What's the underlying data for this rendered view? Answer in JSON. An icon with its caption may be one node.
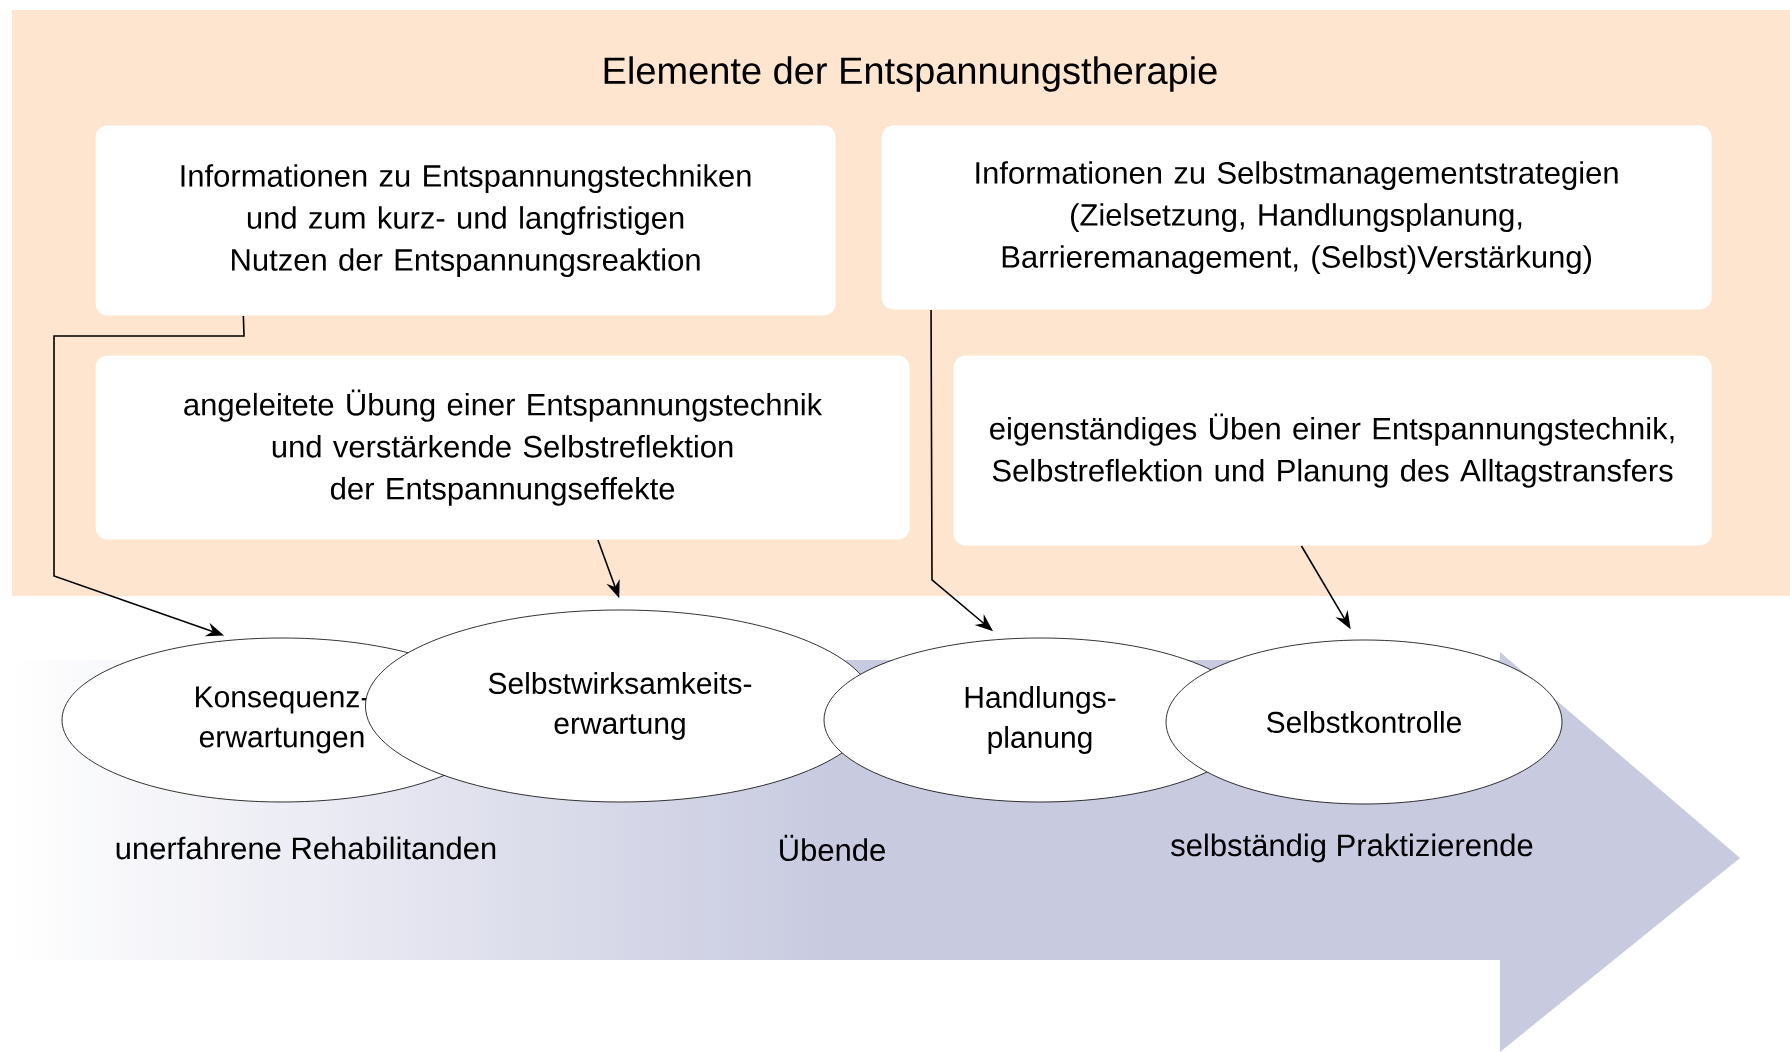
{
  "diagram": {
    "nodes": [
      {
        "text": [
          "Elemente der Entspannungstherapie"
        ]
      },
      {
        "text": [
          "Informationen zu Entspannungstechniken und zum kurz- und langfristigen Nutzen der Entspannungsreaktion"
        ],
        "in": 0
      },
      {
        "text": [
          "Informationen zu Selbstmanagementstrategien (Zielsetzung, Handlungsplanung, Barrieremanagement, (Selbst)Verstärkung)"
        ],
        "in": 0
      },
      {
        "text": [
          "angeleitete Übung einer Entspannungstechnik und verstärkende Selbstreflektion der Entspannungseffekte"
        ],
        "in": 0
      },
      {
        "text": [
          "eigenständiges Üben einer Entspannungstechnik, Selbstreflektion und Planung des Alltagstransfers"
        ],
        "in": 0
      },
      {
        "text": [
          "Konsequenz- erwartungen"
        ]
      },
      {
        "text": [
          "Selbstwirksamkeits- erwartung"
        ]
      },
      {
        "text": [
          "Handlungs- planung"
        ]
      },
      {
        "text": [
          "Selbstkontrolle"
        ]
      }
    ],
    "edges": [
      {
        "from": 1,
        "to": 5,
        "arrow": "to"
      },
      {
        "from": 3,
        "to": 6,
        "arrow": "to"
      },
      {
        "from": 2,
        "to": 7,
        "arrow": "to"
      },
      {
        "from": 4,
        "to": 8,
        "arrow": "to"
      }
    ],
    "labels": [
      "unerfahrene Rehabilitanden",
      "Übende",
      "selbständig Praktizierende"
    ]
  }
}
